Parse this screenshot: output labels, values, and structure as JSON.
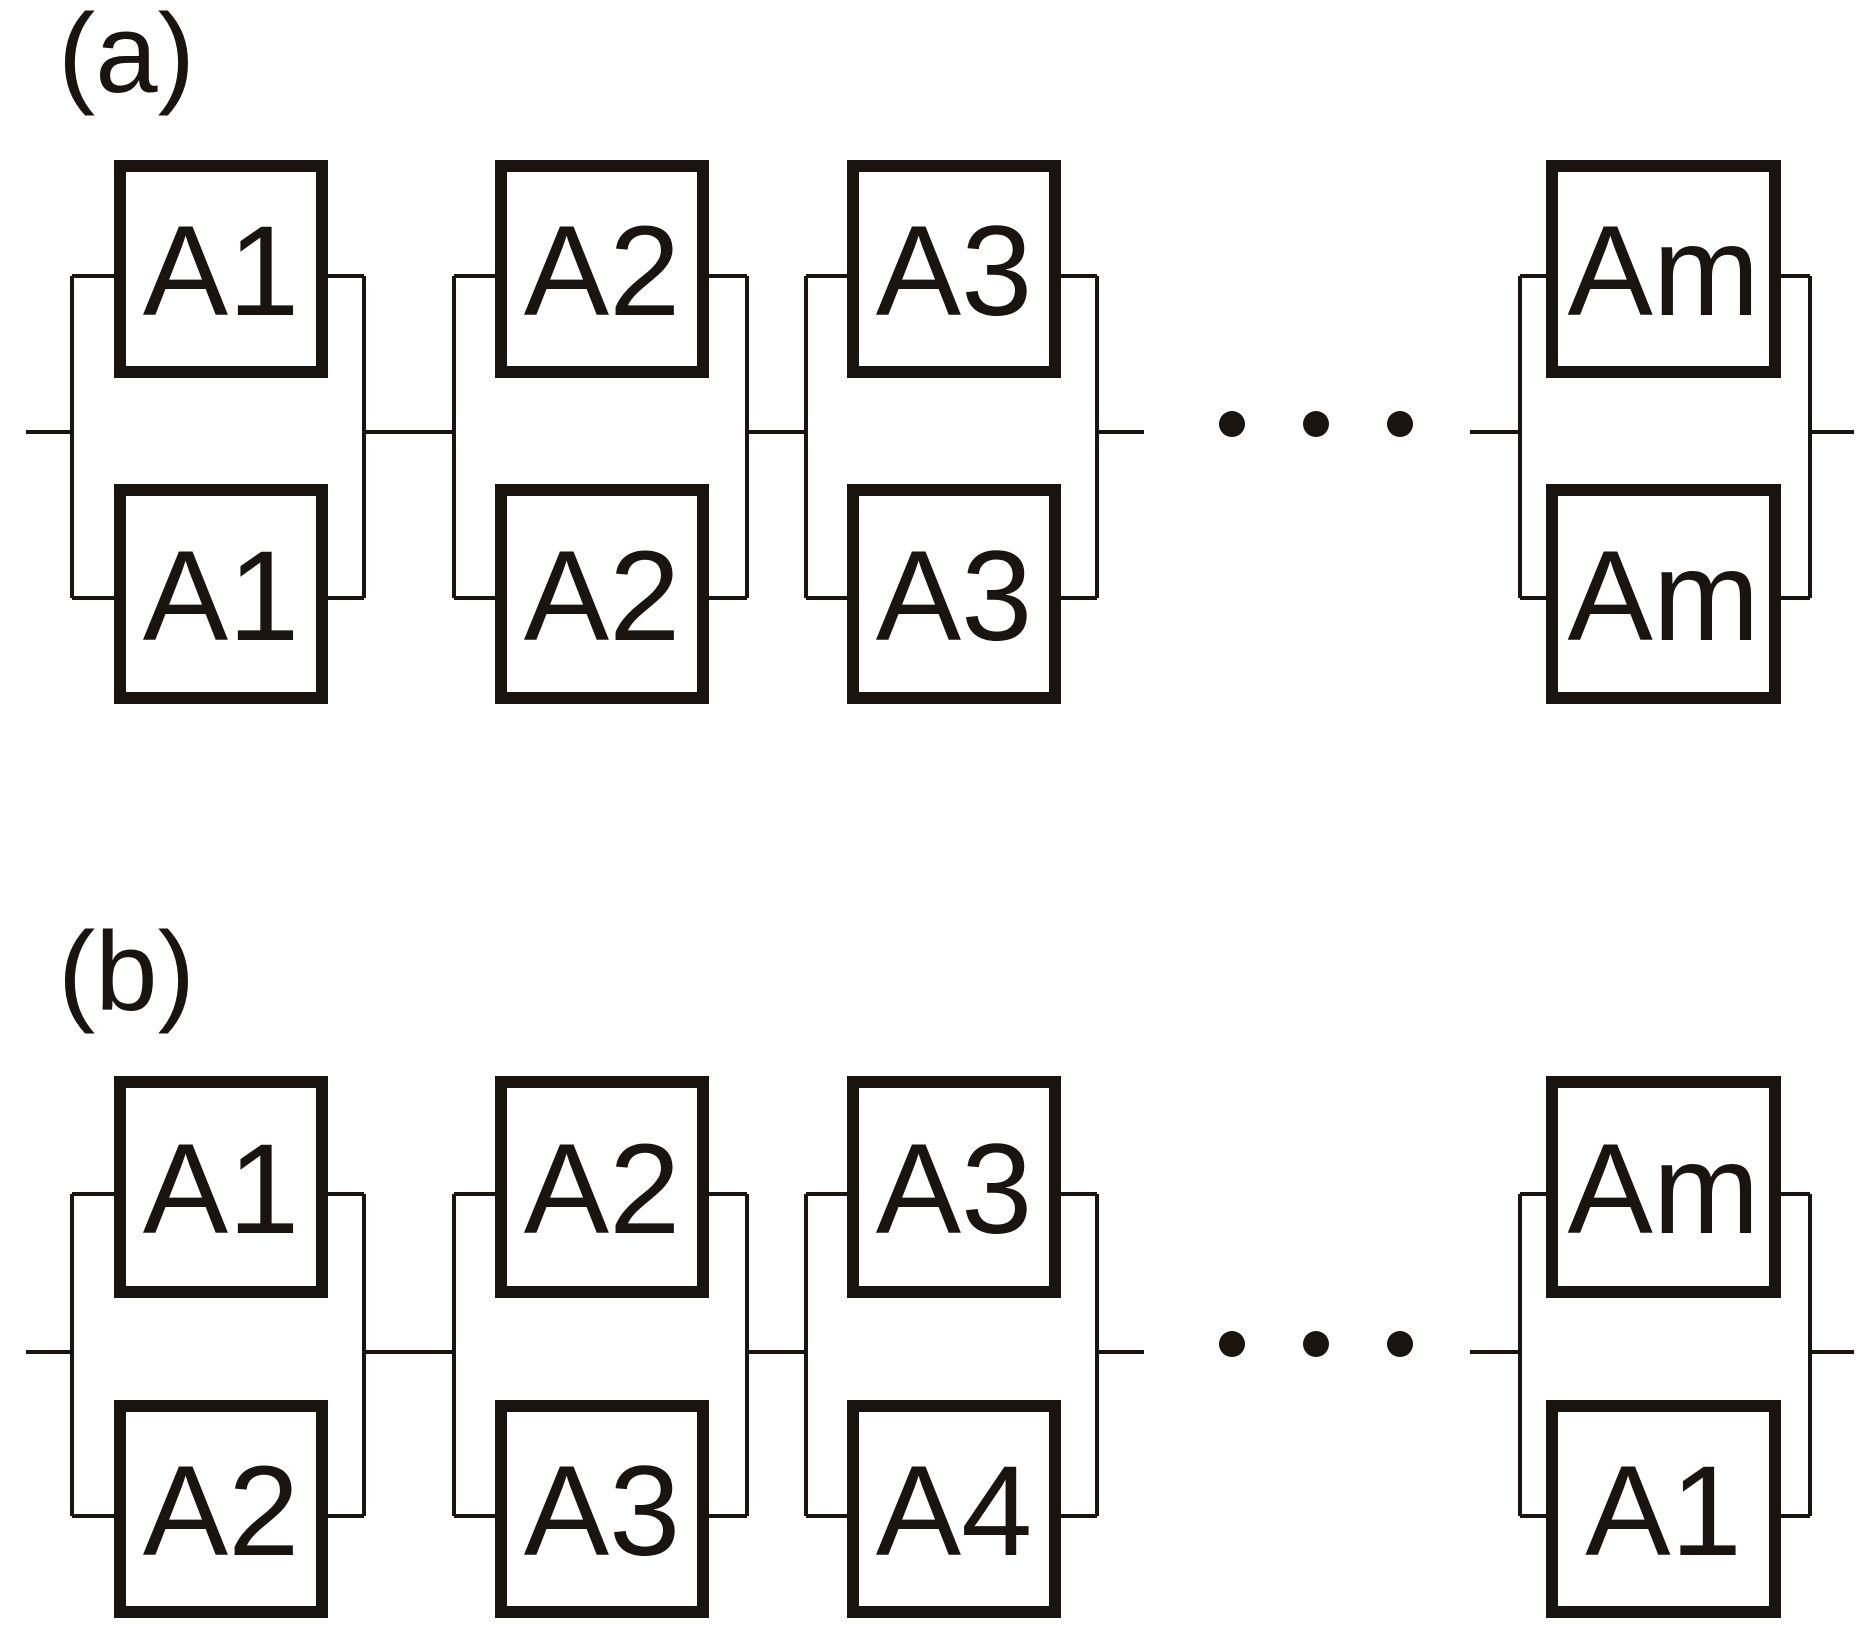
{
  "colors": {
    "ink": "#1a1411",
    "background": "#ffffff"
  },
  "panels": [
    {
      "label": "(a)",
      "stages": [
        {
          "top": "A1",
          "bottom": "A1"
        },
        {
          "top": "A2",
          "bottom": "A2"
        },
        {
          "top": "A3",
          "bottom": "A3"
        },
        {
          "top": "Am",
          "bottom": "Am"
        }
      ]
    },
    {
      "label": "(b)",
      "stages": [
        {
          "top": "A1",
          "bottom": "A2"
        },
        {
          "top": "A2",
          "bottom": "A3"
        },
        {
          "top": "A3",
          "bottom": "A4"
        },
        {
          "top": "Am",
          "bottom": "A1"
        }
      ]
    }
  ],
  "ellipsis_dots": 3
}
